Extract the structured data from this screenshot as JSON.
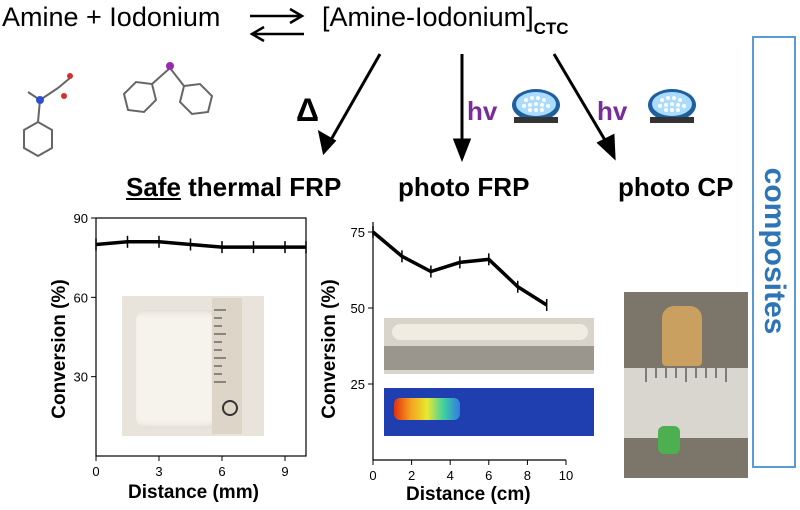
{
  "reaction": {
    "left": "Amine + Iodonium",
    "right": "[Amine-Iodonium]",
    "subscript": "CTC"
  },
  "conditions": {
    "heat": "Δ",
    "light1": "hv",
    "light2": "hv"
  },
  "routes": {
    "thermal_prefix": "Safe",
    "thermal_suffix": " thermal FRP",
    "photo_frp": "photo FRP",
    "photo_cp": "photo CP"
  },
  "side_label": "composites",
  "chart_data": [
    {
      "type": "line",
      "xlabel": "Distance (mm)",
      "ylabel": "Conversion (%)",
      "xlim": [
        0,
        10
      ],
      "ylim": [
        0,
        90
      ],
      "xticks": [
        "0",
        "3",
        "6",
        "9"
      ],
      "yticks": [
        "30",
        "60",
        "90"
      ],
      "series": [
        {
          "x": [
            0,
            1.5,
            3,
            4.5,
            6,
            7.5,
            9,
            10
          ],
          "y": [
            80,
            81,
            81,
            80,
            79,
            79,
            79,
            79
          ]
        }
      ]
    },
    {
      "type": "line",
      "xlabel": "Distance (cm)",
      "ylabel": "Conversion (%)",
      "xlim": [
        0,
        10
      ],
      "ylim": [
        0,
        75
      ],
      "xticks": [
        "0",
        "2",
        "4",
        "6",
        "8",
        "10"
      ],
      "yticks": [
        "25",
        "50",
        "75"
      ],
      "series": [
        {
          "x": [
            0,
            1.5,
            3,
            4.5,
            6,
            7.5,
            9
          ],
          "y": [
            75,
            67,
            62,
            65,
            66,
            57,
            51
          ]
        }
      ]
    }
  ]
}
